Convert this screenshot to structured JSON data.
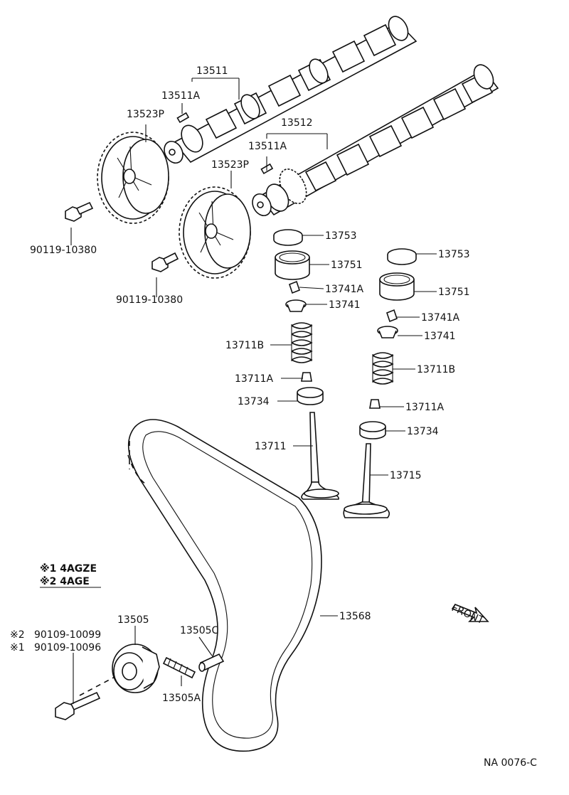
{
  "labels": {
    "camshaft_intake": "13511",
    "pin_intake": "13511A",
    "camshaft_exhaust": "13512",
    "pin_exhaust": "13511A",
    "pulley_1": "13523P",
    "pulley_2": "13523P",
    "bolt_1": "90119-10380",
    "bolt_2": "90119-10380",
    "shim_left": "13753",
    "lifter_left": "13751",
    "key_left": "13741A",
    "retainer_left": "13741",
    "spring_left": "13711B",
    "seal_left": "13711A",
    "seat_left": "13734",
    "valve_intake": "13711",
    "shim_right": "13753",
    "lifter_right": "13751",
    "key_right": "13741A",
    "retainer_right": "13741",
    "spring_right": "13711B",
    "seal_right": "13711A",
    "seat_right": "13734",
    "valve_exhaust": "13715",
    "timing_belt": "13568",
    "idler_pulley": "13505",
    "idler_pin": "13505C",
    "idler_spring": "13505A",
    "idler_bolt_2": "90109-10099",
    "idler_bolt_1": "90109-10096",
    "idler_bolt_2_mark": "※2",
    "idler_bolt_1_mark": "※1",
    "front": "FRONT",
    "diagram_code": "NA 0076-C"
  },
  "legend": {
    "line1": "※1 4AGZE",
    "line2": "※2 4AGE"
  }
}
